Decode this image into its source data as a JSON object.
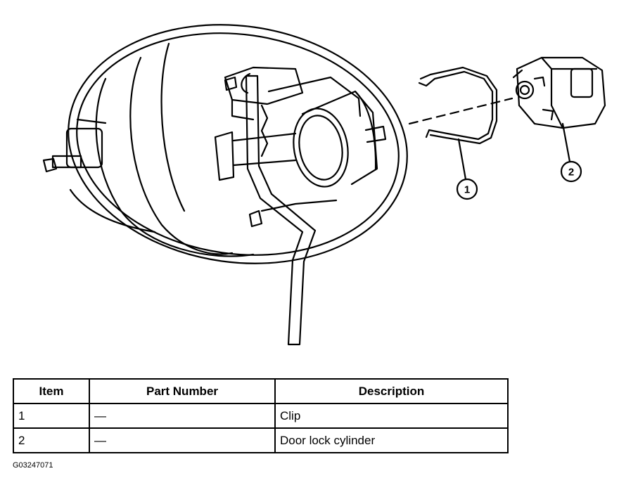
{
  "callouts": {
    "c1": "1",
    "c2": "2"
  },
  "table": {
    "headers": [
      "Item",
      "Part Number",
      "Description"
    ],
    "rows": [
      [
        "1",
        "—",
        "Clip"
      ],
      [
        "2",
        "—",
        "Door lock cylinder"
      ]
    ]
  },
  "figure_id": "G03247071"
}
